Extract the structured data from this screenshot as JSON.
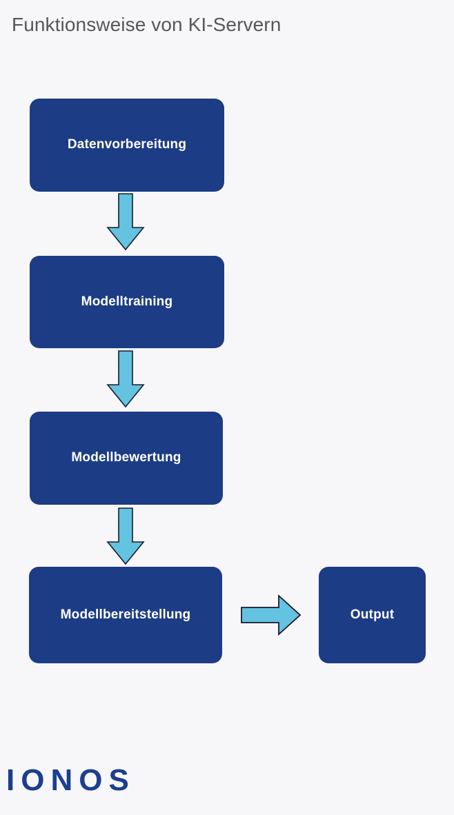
{
  "page": {
    "title": "Funktionsweise von KI-Servern",
    "background_color": "#f7f6f8",
    "title_color": "#575757"
  },
  "diagram": {
    "box_fill_color": "#1c3c85",
    "box_text_color": "#ffffff",
    "arrow_fill_color": "#63c3e0",
    "arrow_stroke_color": "#1a1a2e",
    "nodes": [
      {
        "id": "datenvorbereitung",
        "label": "Datenvorbereitung"
      },
      {
        "id": "modelltraining",
        "label": "Modelltraining"
      },
      {
        "id": "modellbewertung",
        "label": "Modellbewertung"
      },
      {
        "id": "modellbereitstellung",
        "label": "Modellbereitstellung"
      },
      {
        "id": "output",
        "label": "Output"
      }
    ],
    "arrows": [
      {
        "id": "arrow-1",
        "direction": "down",
        "from": "datenvorbereitung",
        "to": "modelltraining"
      },
      {
        "id": "arrow-2",
        "direction": "down",
        "from": "modelltraining",
        "to": "modellbewertung"
      },
      {
        "id": "arrow-3",
        "direction": "down",
        "from": "modellbewertung",
        "to": "modellbereitstellung"
      },
      {
        "id": "arrow-4",
        "direction": "right",
        "from": "modellbereitstellung",
        "to": "output"
      }
    ]
  },
  "branding": {
    "logo_text": "IONOS",
    "logo_color": "#1b3e8f"
  }
}
